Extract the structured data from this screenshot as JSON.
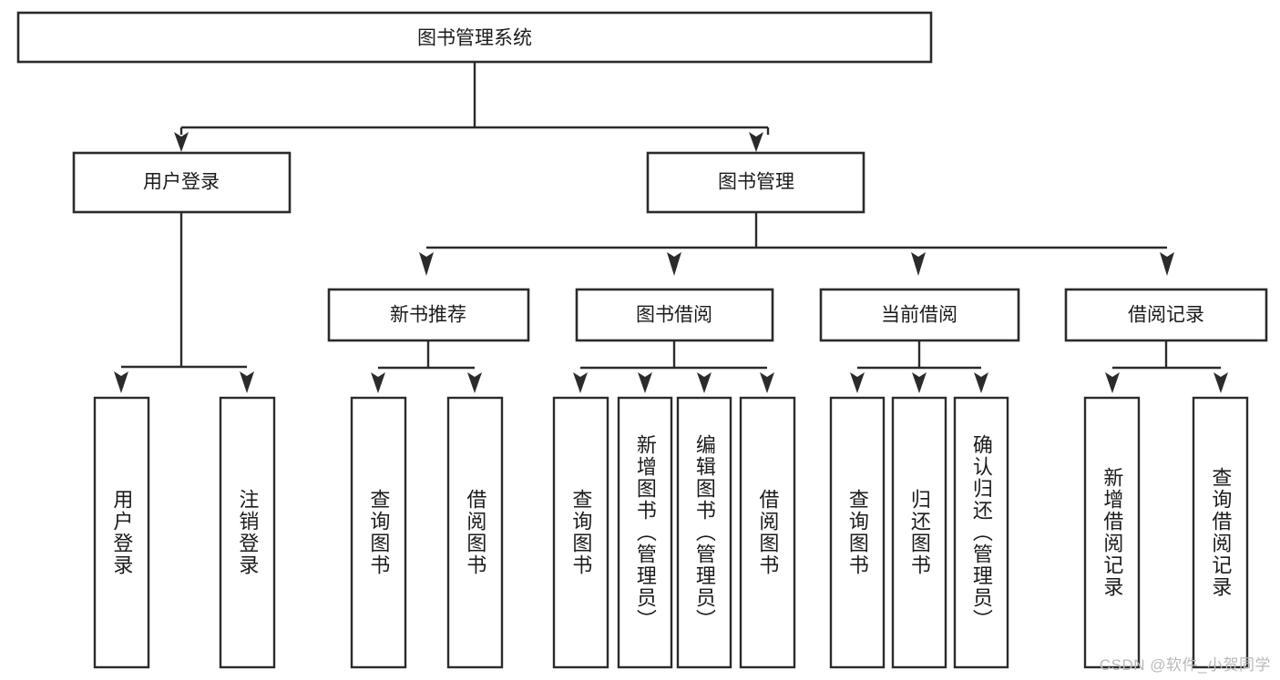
{
  "diagram": {
    "title": "图书管理系统",
    "type": "tree-hierarchy",
    "root": {
      "id": "root",
      "label": "图书管理系统",
      "orientation": "horizontal"
    },
    "level2": [
      {
        "id": "user-login",
        "label": "用户登录",
        "orientation": "horizontal"
      },
      {
        "id": "book-management",
        "label": "图书管理",
        "orientation": "horizontal"
      }
    ],
    "level3": [
      {
        "id": "new-book-recommend",
        "label": "新书推荐",
        "orientation": "horizontal",
        "parent": "book-management"
      },
      {
        "id": "book-borrow",
        "label": "图书借阅",
        "orientation": "horizontal",
        "parent": "book-management"
      },
      {
        "id": "current-borrow",
        "label": "当前借阅",
        "orientation": "horizontal",
        "parent": "book-management"
      },
      {
        "id": "borrow-record",
        "label": "借阅记录",
        "orientation": "horizontal",
        "parent": "book-management"
      }
    ],
    "leaves": {
      "user_login": [
        {
          "id": "leaf-user-login",
          "label": "用户登录"
        },
        {
          "id": "leaf-logout-login",
          "label": "注销登录"
        }
      ],
      "new_book_recommend": [
        {
          "id": "leaf-query-book-1",
          "label": "查询图书"
        },
        {
          "id": "leaf-borrow-book-1",
          "label": "借阅图书"
        }
      ],
      "book_borrow": [
        {
          "id": "leaf-query-book-2",
          "label": "查询图书"
        },
        {
          "id": "leaf-add-book",
          "label": "新增图书（管理员）"
        },
        {
          "id": "leaf-edit-book",
          "label": "编辑图书（管理员）"
        },
        {
          "id": "leaf-borrow-book-2",
          "label": "借阅图书"
        }
      ],
      "current_borrow": [
        {
          "id": "leaf-query-book-3",
          "label": "查询图书"
        },
        {
          "id": "leaf-return-book",
          "label": "归还图书"
        },
        {
          "id": "leaf-confirm-return",
          "label": "确认归还（管理员）"
        }
      ],
      "borrow_record": [
        {
          "id": "leaf-add-record",
          "label": "新增借阅记录"
        },
        {
          "id": "leaf-query-record",
          "label": "查询借阅记录"
        }
      ]
    }
  },
  "watermark": {
    "text": "CSDN @软件_小贺同学"
  },
  "colors": {
    "stroke": "#2b2b2b",
    "fill": "#ffffff",
    "text": "#1b1b1b",
    "watermark": "#b9b9b9"
  }
}
